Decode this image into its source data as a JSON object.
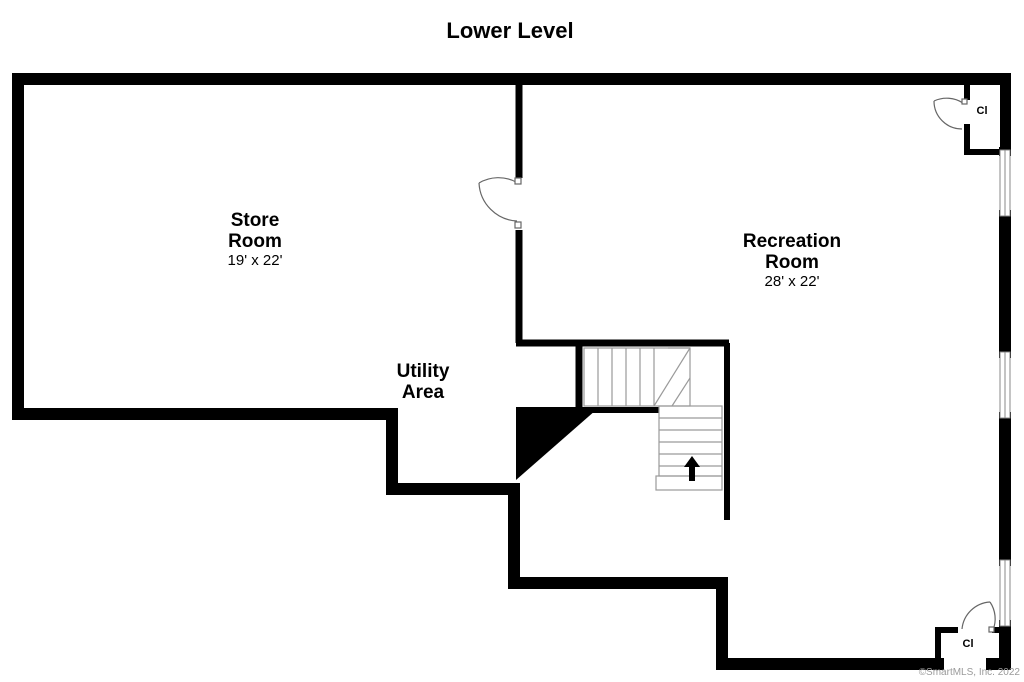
{
  "title": "Lower Level",
  "rooms": {
    "store": {
      "name_line1": "Store",
      "name_line2": "Room",
      "dimensions": "19' x 22'"
    },
    "recreation": {
      "name_line1": "Recreation",
      "name_line2": "Room",
      "dimensions": "28' x 22'"
    },
    "utility": {
      "name_line1": "Utility",
      "name_line2": "Area"
    }
  },
  "closets": {
    "top": "Cl",
    "bottom": "Cl"
  },
  "copyright": "©SmartMLS, Inc. 2022",
  "colors": {
    "wall": "#000000",
    "stair_line": "#9a9a9a",
    "background": "#ffffff"
  },
  "icons": {
    "stair_direction": "up-arrow-icon"
  }
}
